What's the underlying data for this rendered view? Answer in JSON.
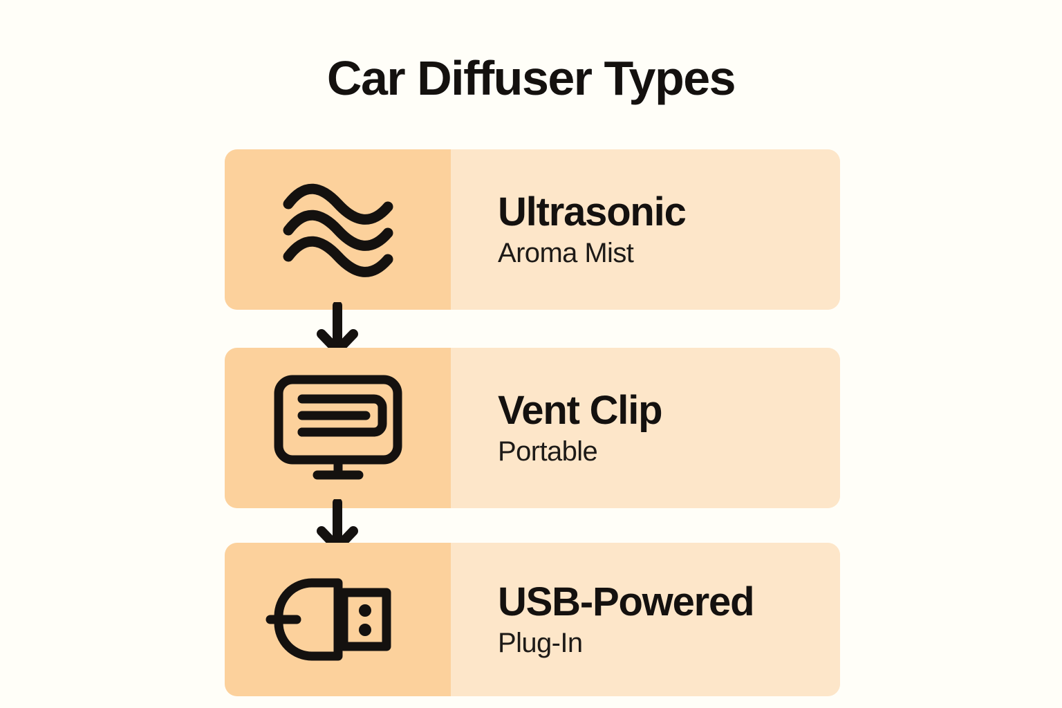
{
  "page": {
    "title": "Car Diffuser Types",
    "background_color": "#fffef8",
    "text_color": "#14110f"
  },
  "theme": {
    "icon_panel_color": "#fcd19c",
    "text_panel_color": "#fde6c9",
    "icon_stroke_color": "#14110f",
    "arrow_color": "#14110f"
  },
  "cards": [
    {
      "heading": "Ultrasonic",
      "subtitle": "Aroma Mist",
      "icon": "waves-icon"
    },
    {
      "heading": "Vent Clip",
      "subtitle": "Portable",
      "icon": "air-vent-icon"
    },
    {
      "heading": "USB-Powered",
      "subtitle": "Plug-In",
      "icon": "usb-plug-icon"
    }
  ],
  "connectors": [
    {
      "name": "arrow-down-1",
      "direction": "down"
    },
    {
      "name": "arrow-down-2",
      "direction": "down"
    }
  ]
}
